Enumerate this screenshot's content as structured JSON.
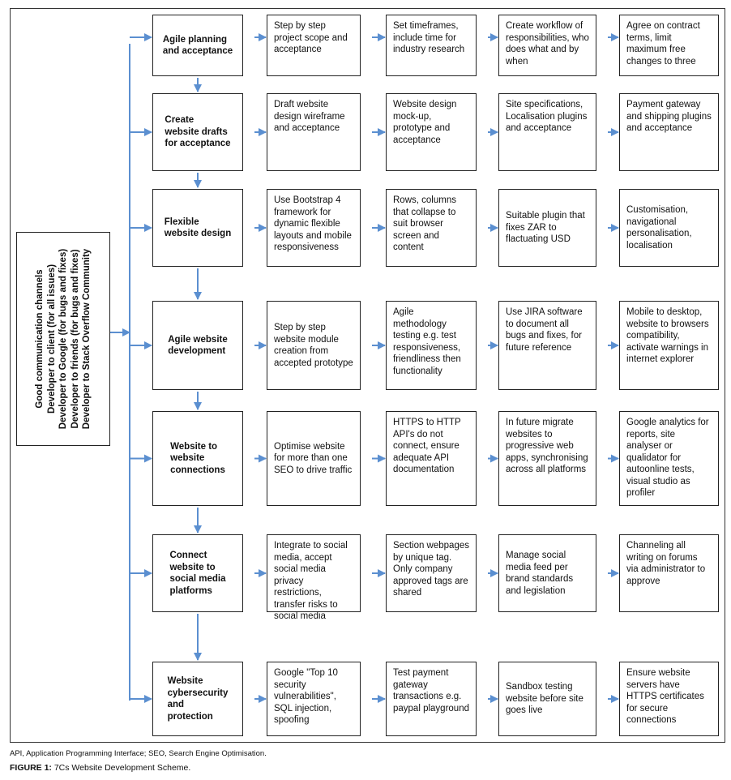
{
  "channels": {
    "lines": [
      "Good communication channels",
      "Developer to client (for all issues)",
      "Developer to Google (for bugs and fixes)",
      "Developer to friends (for bugs and fixes)",
      "Developer to Stack Overflow Community"
    ]
  },
  "rows": [
    {
      "stage": [
        "Agile planning",
        "and acceptance"
      ],
      "steps": [
        "Step by step project scope and acceptance",
        "Set timeframes, include time for industry research",
        "Create workflow of responsibilities, who does what and by when",
        "Agree on contract terms, limit maximum free changes to three"
      ]
    },
    {
      "stage": [
        "Create",
        "website drafts",
        "for acceptance"
      ],
      "steps": [
        "Draft website design wireframe and acceptance",
        "Website design mock-up, prototype and acceptance",
        "Site specifications, Localisation plugins and acceptance",
        "Payment gateway and shipping plugins and acceptance"
      ]
    },
    {
      "stage": [
        "Flexible",
        "website design"
      ],
      "steps": [
        "Use Bootstrap 4 framework for dynamic flexible layouts and mobile responsiveness",
        "Rows, columns that collapse to suit browser screen and content",
        "Suitable plugin that fixes ZAR to flactuating USD",
        "Customisation, navigational personalisation, localisation"
      ]
    },
    {
      "stage": [
        "Agile website",
        "development"
      ],
      "steps": [
        "Step by step website module creation from accepted prototype",
        "Agile methodology testing e.g. test responsiveness, friendliness then functionality",
        "Use JIRA software to document all bugs and fixes, for future reference",
        "Mobile to desktop, website to browsers compatibility, activate warnings in internet explorer"
      ]
    },
    {
      "stage": [
        "Website to",
        "website",
        "connections"
      ],
      "steps": [
        "Optimise website for more than one SEO to drive traffic",
        "HTTPS to HTTP API's do not connect, ensure adequate API documentation",
        "In future migrate websites to progressive web apps, synchronising across all platforms",
        "Google analytics for reports, site analyser or qualidator for autoonline tests, visual studio as profiler"
      ]
    },
    {
      "stage": [
        "Connect",
        "website to",
        "social media",
        "platforms"
      ],
      "steps": [
        "Integrate to social media, accept social media privacy restrictions, transfer risks to social media",
        "Section webpages by unique tag. Only company approved tags are shared",
        "Manage social media feed per brand standards and legislation",
        "Channeling all writing on forums via administrator to approve"
      ]
    },
    {
      "stage": [
        "Website",
        "cybersecurity",
        "and",
        "protection"
      ],
      "steps": [
        "Google \"Top 10 security vulnerabilities\", SQL injection, spoofing",
        "Test payment gateway transactions e.g. paypal playground",
        "Sandbox testing website before site goes live",
        "Ensure website servers have HTTPS certificates for secure connections"
      ]
    }
  ],
  "footnote": "API, Application Programming Interface; SEO, Search Engine Optimisation.",
  "caption": {
    "label": "FIGURE 1:",
    "text": "7Cs Website Development Scheme."
  },
  "colors": {
    "arrow": "#5b8fd0",
    "border": "#222222"
  }
}
